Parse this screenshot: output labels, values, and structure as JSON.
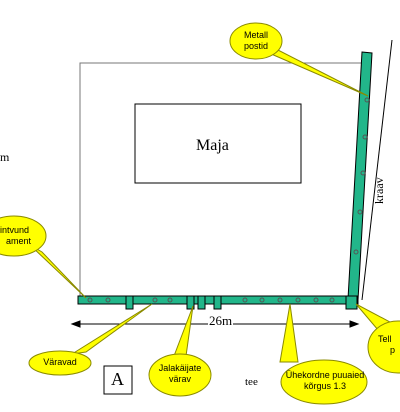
{
  "labels": {
    "house": "Maja",
    "ditch": "kraav",
    "dimension": "26m",
    "road": "tee",
    "area_left": "m",
    "section": "A"
  },
  "callouts": {
    "metal_posts": [
      "Metall",
      "postid"
    ],
    "mesh": [
      "intvund",
      "ament"
    ],
    "gate": [
      "Väravad"
    ],
    "pedestrian_gate": [
      "Jalakäijate",
      "värav"
    ],
    "fence": [
      "Ühekordne puuaied",
      "kõrgus 1.3"
    ],
    "brick": [
      "Tell",
      "p"
    ]
  },
  "colors": {
    "fence": "#22b68a",
    "callout_fill": "#ffff00",
    "callout_stroke": "#8a8a00",
    "lines": "#000000"
  }
}
